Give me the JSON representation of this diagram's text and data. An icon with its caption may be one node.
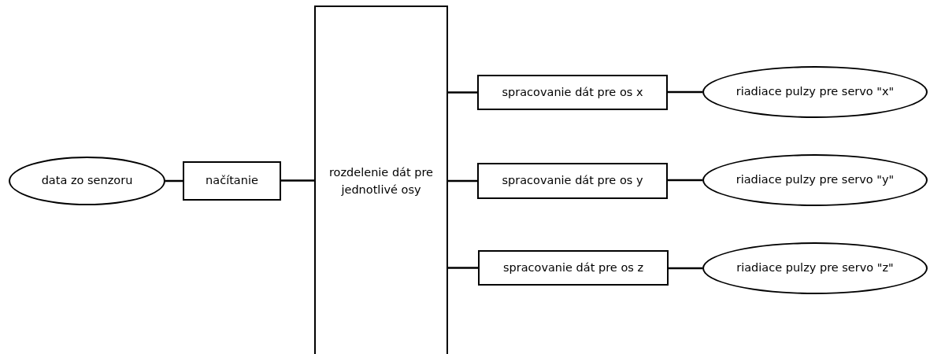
{
  "diagram": {
    "nodes": [
      {
        "text": [
          "data zo senzoru"
        ]
      },
      {
        "text": [
          "načítanie"
        ]
      },
      {
        "text": [
          "rozdelenie dát pre jednotlivé osy"
        ]
      },
      {
        "text": [
          "spracovanie dát pre os x"
        ]
      },
      {
        "text": [
          "spracovanie dát pre os y"
        ]
      },
      {
        "text": [
          "spracovanie dát pre os z"
        ]
      },
      {
        "text": [
          "riadiace pulzy pre servo \"x\""
        ]
      },
      {
        "text": [
          "riadiace pulzy pre servo \"y\""
        ]
      },
      {
        "text": [
          "riadiace pulzy pre servo \"z\""
        ]
      }
    ],
    "edges": [
      {
        "from": 0,
        "to": 1,
        "arrow": "none"
      },
      {
        "from": 1,
        "to": 2,
        "arrow": "none"
      },
      {
        "from": 2,
        "to": 3,
        "arrow": "none"
      },
      {
        "from": 2,
        "to": 4,
        "arrow": "none"
      },
      {
        "from": 2,
        "to": 5,
        "arrow": "none"
      },
      {
        "from": 3,
        "to": 6,
        "arrow": "none"
      },
      {
        "from": 4,
        "to": 7,
        "arrow": "none"
      },
      {
        "from": 5,
        "to": 8,
        "arrow": "none"
      }
    ]
  }
}
